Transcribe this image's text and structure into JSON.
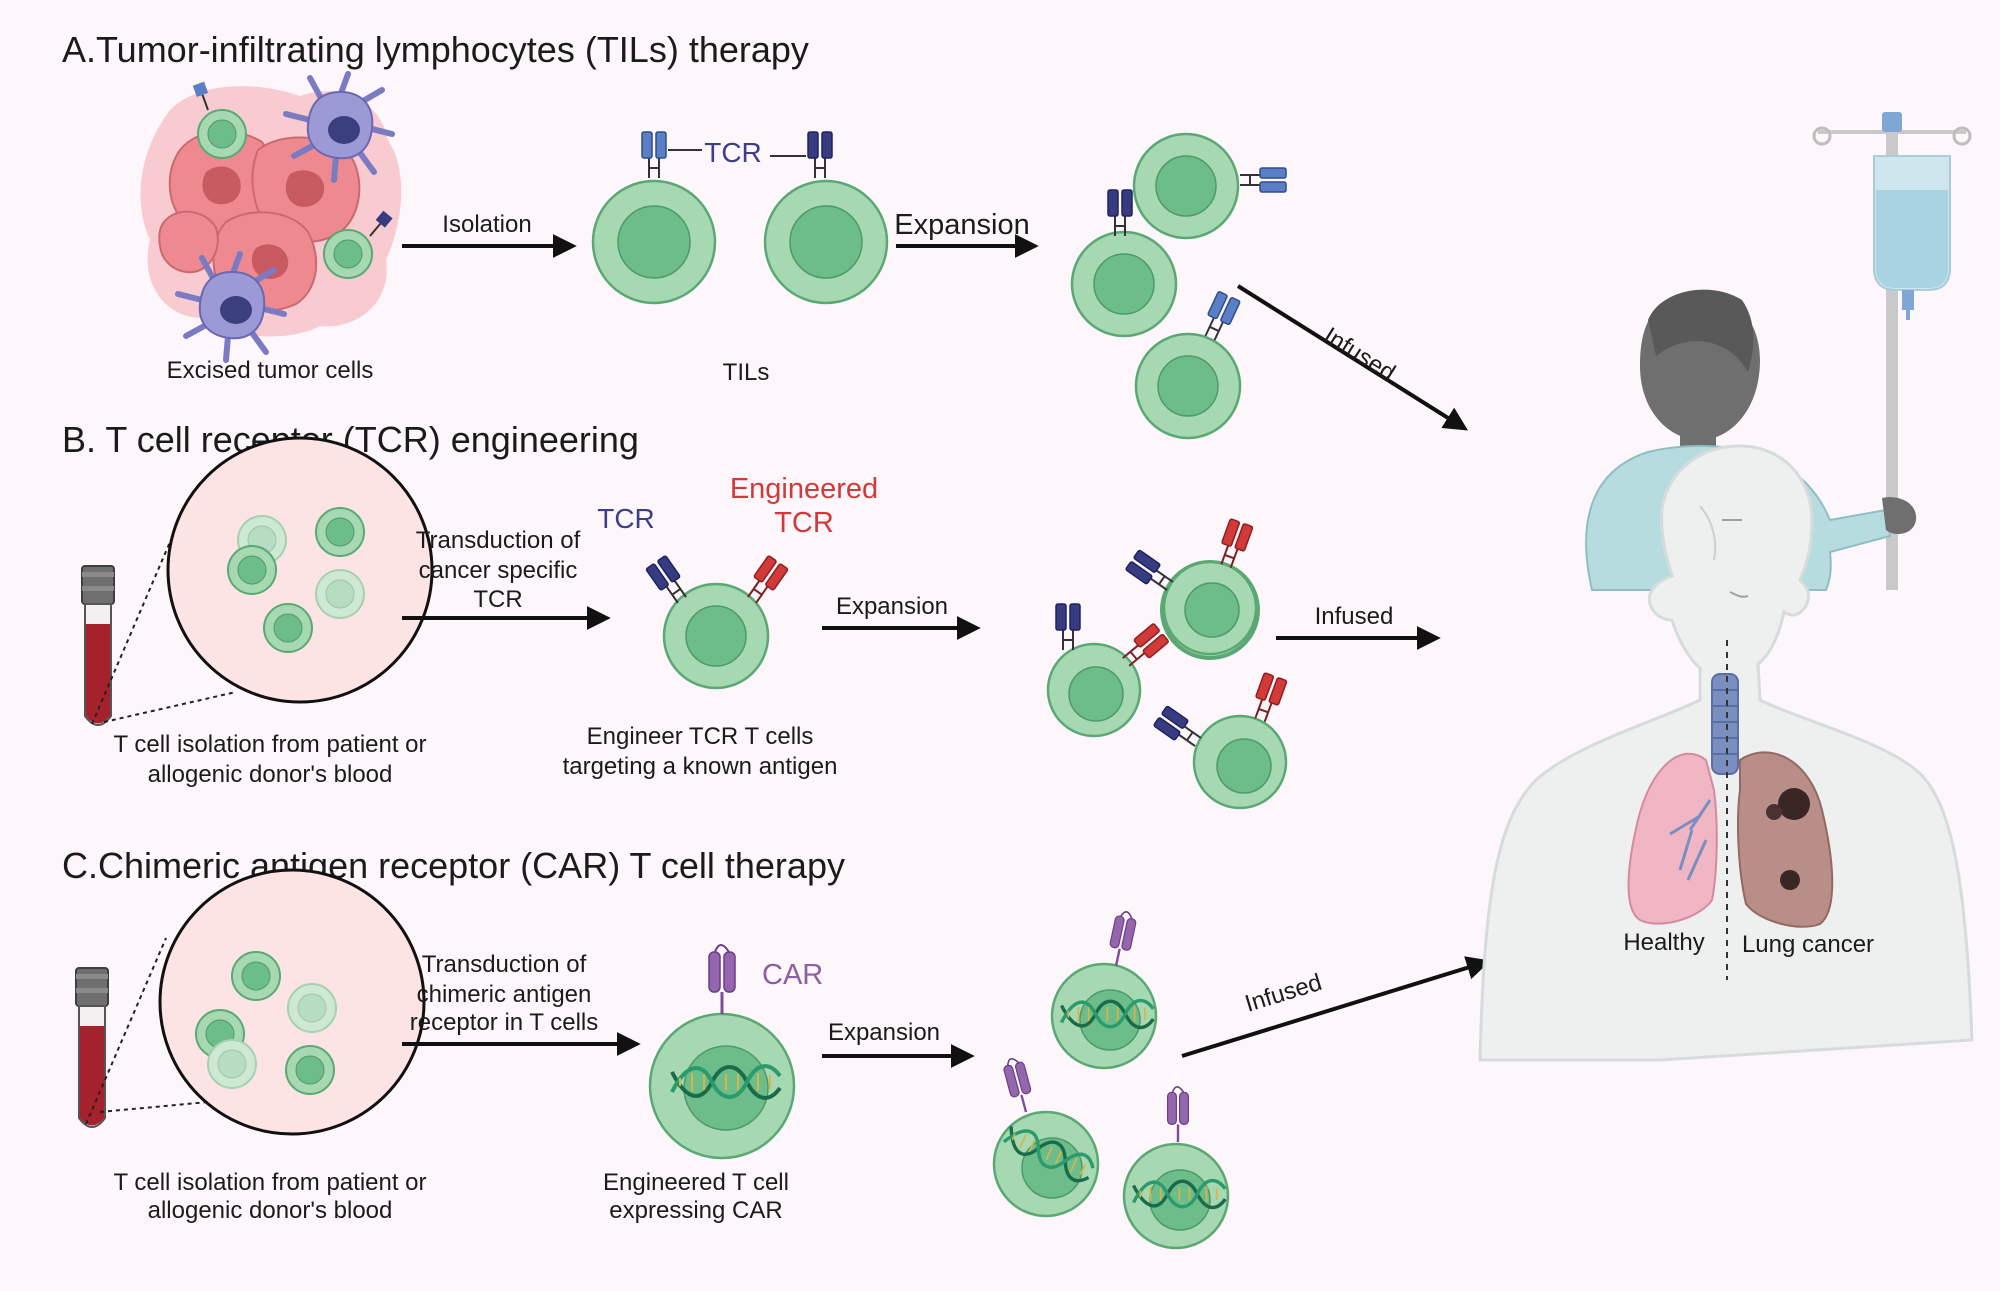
{
  "sections": {
    "a": {
      "title": "A.Tumor-infiltrating lymphocytes (TILs) therapy",
      "tumor_label": "Excised tumor cells",
      "isolation": "Isolation",
      "tcr_label": "TCR",
      "tils_label": "TILs",
      "expansion": "Expansion",
      "infused": "Infused"
    },
    "b": {
      "title": "B. T cell receptor (TCR) engineering",
      "isolation_line1": "T cell isolation from patient or",
      "isolation_line2": "allogenic donor's blood",
      "transduction_line1": "Transduction of",
      "transduction_line2": "cancer specific",
      "transduction_line3": "TCR",
      "tcr_label": "TCR",
      "engineered_line1": "Engineered",
      "engineered_line2": "TCR",
      "expansion": "Expansion",
      "engineer_line1": "Engineer TCR T cells",
      "engineer_line2": "targeting a known antigen",
      "infused": "Infused"
    },
    "c": {
      "title": "C.Chimeric antigen receptor (CAR) T cell therapy",
      "isolation_line1": "T cell isolation from patient or",
      "isolation_line2": "allogenic donor's blood",
      "transduction_line1": "Transduction of",
      "transduction_line2": "chimeric antigen",
      "transduction_line3": "receptor in T cells",
      "car_label": "CAR",
      "expansion": "Expansion",
      "engineered_line1": "Engineered T cell",
      "engineered_line2": "expressing CAR",
      "infused": "Infused"
    }
  },
  "patient": {
    "healthy": "Healthy",
    "lung_cancer": "Lung cancer"
  },
  "colors": {
    "cell_outer": "#a6d8b2",
    "cell_inner": "#6cbd8a",
    "tcr_blue": "#5b7fc4",
    "tcr_navy": "#373b80",
    "tcr_red": "#d23a3a",
    "car_purple": "#9466ad",
    "tumor": "#ee8a8f",
    "blood": "#a5212b"
  }
}
